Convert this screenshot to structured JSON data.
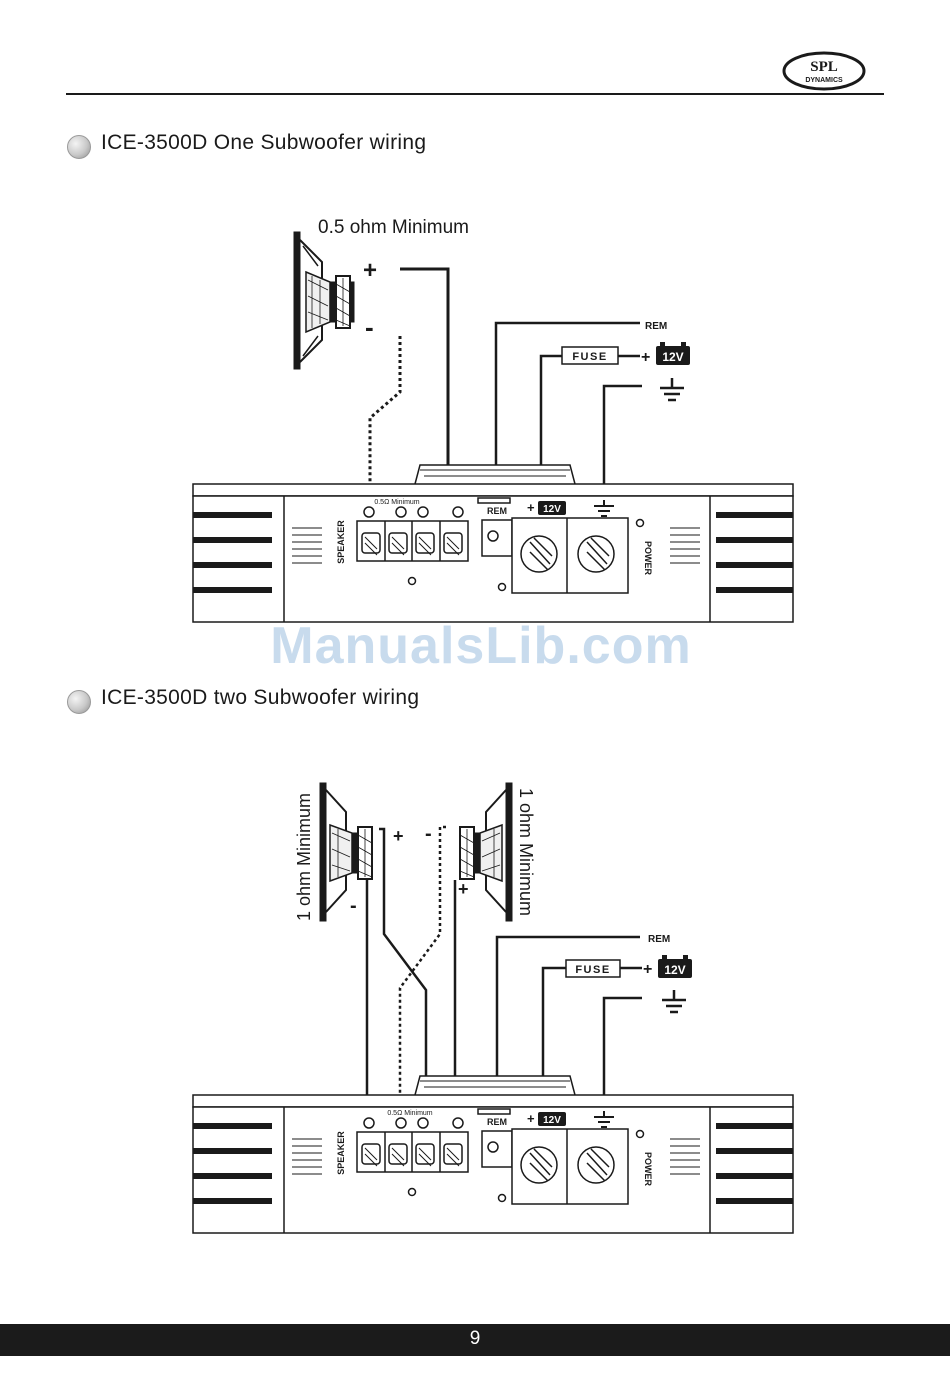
{
  "brand": {
    "logo_line1": "SPL",
    "logo_line2": "DYNAMICS"
  },
  "sections": [
    {
      "title": "ICE-3500D One Subwoofer wiring",
      "impedance_label": "0.5 ohm Minimum"
    },
    {
      "title": "ICE-3500D two Subwoofer wiring",
      "left_impedance_label": "1 ohm Minimum",
      "right_impedance_label": "1 ohm Minimum"
    }
  ],
  "amp_labels": {
    "rem": "REM",
    "fuse": "FUSE",
    "battery": "12V",
    "plus": "+",
    "minus": "-",
    "speaker": "SPEAKER",
    "power": "POWER",
    "min_rating": "0.5Ω Minimum"
  },
  "watermark": "ManualsLib.com",
  "page_number": "9"
}
